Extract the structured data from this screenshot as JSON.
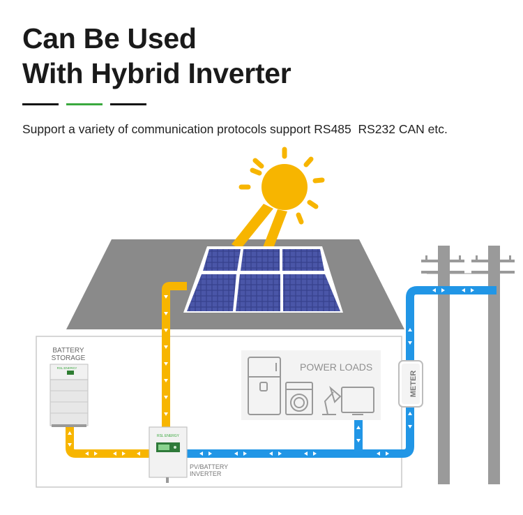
{
  "heading": {
    "line1": "Can Be Used",
    "line2": "With Hybrid Inverter"
  },
  "subtitle": "Support a variety of communication protocols support RS485  RS232 CAN etc.",
  "diagram": {
    "battery_label_line1": "BATTERY",
    "battery_label_line2": "STORAGE",
    "battery_brand": "RSL ENERGY",
    "inverter_brand": "RSL ENERGY",
    "inverter_label_line1": "PV/BATTERY",
    "inverter_label_line2": "INVERTER",
    "loads_label": "POWER LOADS",
    "meter_label": "METER",
    "icons": [
      "sun-icon",
      "solar-panel-icon",
      "fridge-icon",
      "washing-machine-icon",
      "desk-lamp-icon",
      "tv-icon",
      "utility-pole-icon"
    ]
  },
  "colors": {
    "accent_green": "#3aa83e",
    "dc_flow": "#f7b500",
    "ac_flow": "#2196e6",
    "roof": "#8a8a8a",
    "panel": "#3a3f8f",
    "pole": "#9a9a9a",
    "sun": "#f7b500"
  }
}
